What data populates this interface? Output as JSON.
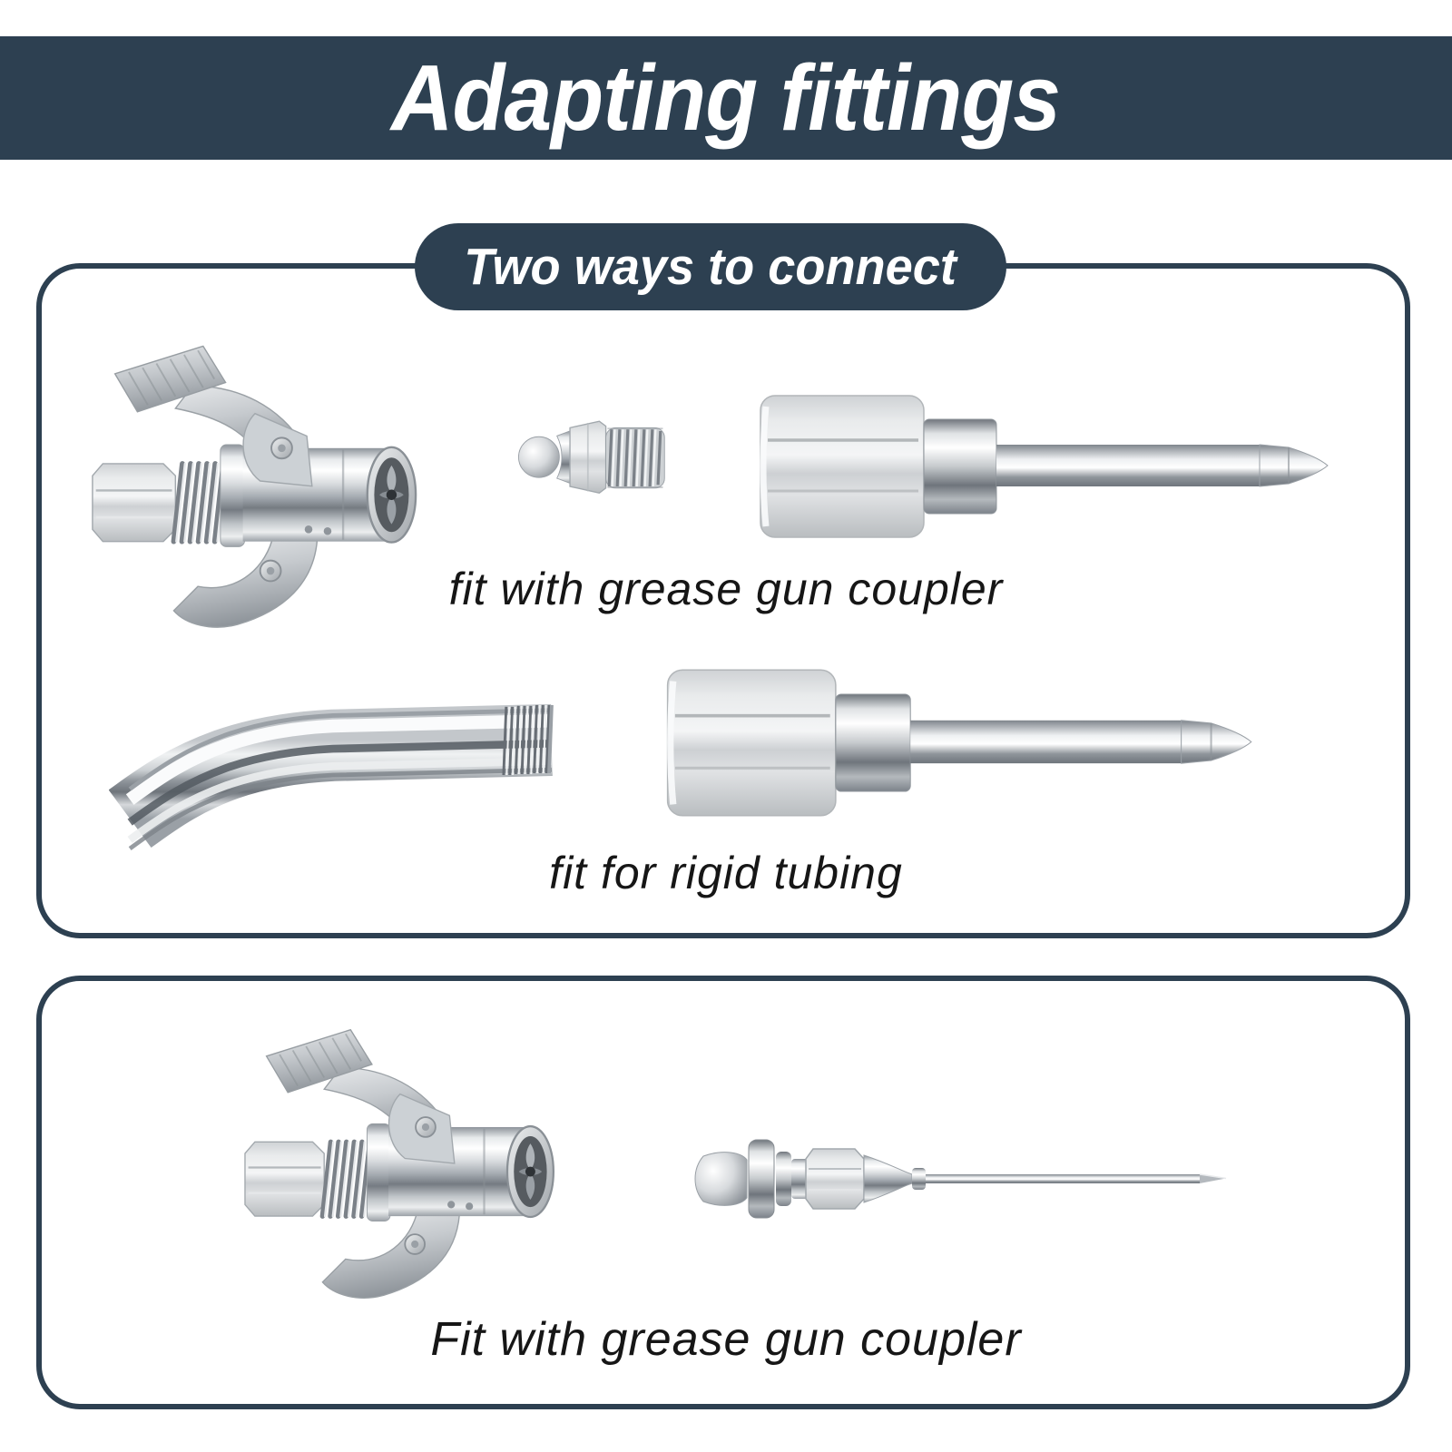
{
  "header": {
    "title": "Adapting fittings"
  },
  "badge": {
    "label": "Two ways to connect"
  },
  "panel1": {
    "caption_row1": "fit with grease gun coupler",
    "caption_row2": "fit for rigid tubing"
  },
  "panel2": {
    "caption": "Fit with grease gun coupler"
  },
  "figures": {
    "row1": [
      "grease-gun-coupler",
      "grease-zerk-fitting",
      "needle-nozzle-adapter"
    ],
    "row2": [
      "curved-rigid-tube",
      "needle-nozzle-adapter"
    ],
    "bottom": [
      "grease-gun-coupler",
      "needle-tip-fitting"
    ]
  },
  "colors": {
    "banner_bg": "#2d4051",
    "badge_bg": "#2d4051",
    "panel_border": "#2d4051",
    "title_text": "#ffffff",
    "caption_text": "#161616",
    "background": "#ffffff"
  }
}
